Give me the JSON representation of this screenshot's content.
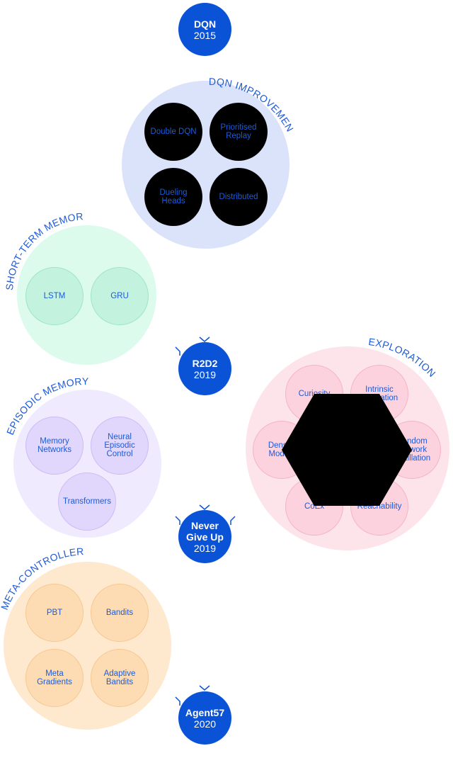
{
  "milestones": {
    "dqn": {
      "name": "DQN",
      "year": "2015"
    },
    "r2d2": {
      "name": "R2D2",
      "year": "2019"
    },
    "ngu": {
      "name": "Never Give Up",
      "name_line1": "Never",
      "name_line2": "Give Up",
      "year": "2019"
    },
    "agent57": {
      "name": "Agent57",
      "year": "2020"
    }
  },
  "groups": {
    "dqn_improvements": {
      "label": "DQN IMPROVEMENTS",
      "items": [
        "Double DQN",
        "Prioritised\nReplay",
        "Dueling\nHeads",
        "Distributed"
      ]
    },
    "short_term_memory": {
      "label": "SHORT-TERM MEMORY",
      "items": [
        "LSTM",
        "GRU"
      ]
    },
    "episodic_memory": {
      "label": "EPISODIC MEMORY",
      "items": [
        "Memory\nNetworks",
        "Neural\nEpisodic\nControl",
        "Transformers"
      ]
    },
    "exploration": {
      "label": "EXPLORATION",
      "items": [
        "Curiosity",
        "Intrinsic\nMotivation",
        "Density\nModels",
        "Random\nNetwork\nDistillation",
        "CoEx",
        "Reachability"
      ]
    },
    "meta_controller": {
      "label": "META-CONTROLLER",
      "items": [
        "PBT",
        "Bandits",
        "Meta\nGradients",
        "Adaptive\nBandits"
      ]
    }
  },
  "colors": {
    "milestone": "#0b53d6",
    "dqn_improvements_bg": "#dbe3fb",
    "short_term_bg": "#dcfbec",
    "short_term_node": "#c3f2df",
    "episodic_bg": "#efeafd",
    "episodic_node": "#e1d6fb",
    "exploration_bg": "#fde4ea",
    "exploration_node": "#fbd2dd",
    "meta_bg": "#fee9cf",
    "meta_node": "#fddcb4",
    "text_blue": "#1d5bd8"
  }
}
